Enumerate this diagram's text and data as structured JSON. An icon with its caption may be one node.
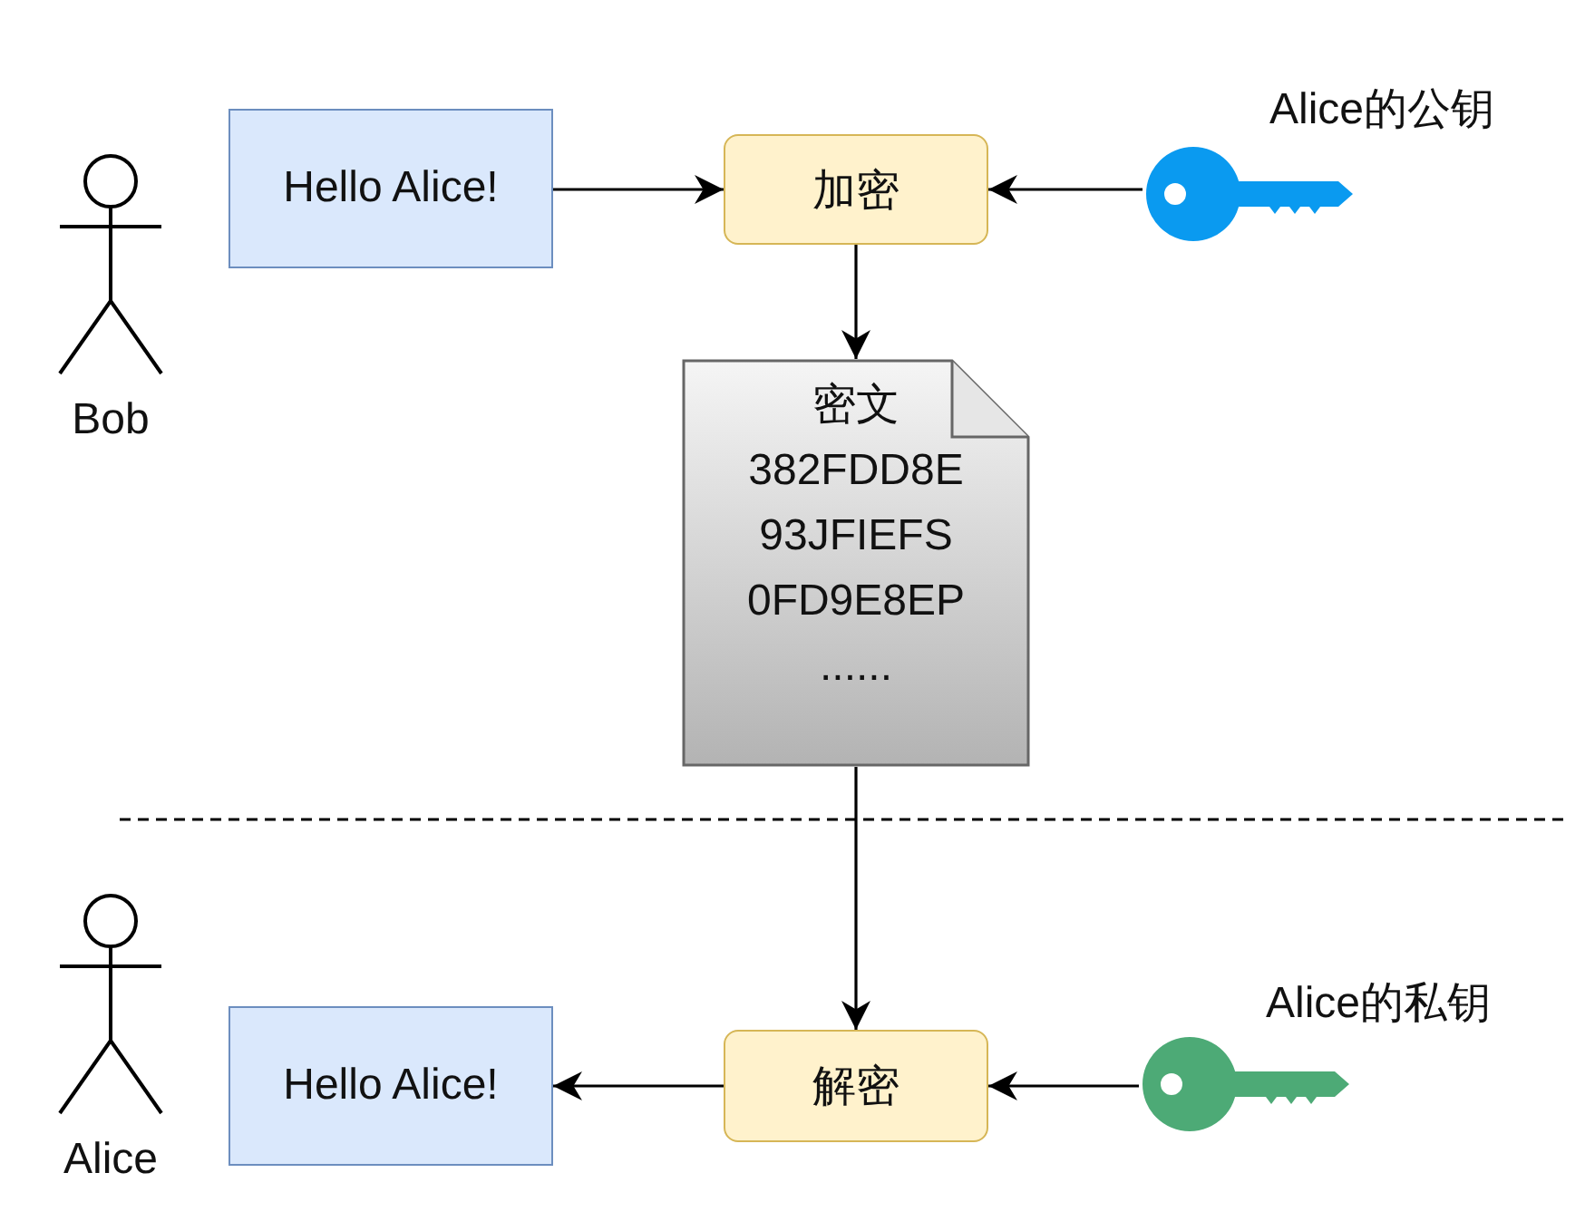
{
  "diagram": {
    "nodes": [
      {
        "text": [
          "Bob"
        ]
      },
      {
        "text": [
          "Hello Alice!"
        ]
      },
      {
        "text": [
          "加密"
        ]
      },
      {
        "text": [
          "Alice的公钥"
        ]
      },
      {
        "text": [
          "密文",
          "382FDD8E 93JFIEFS 0FD9E8EP ......"
        ]
      },
      {
        "text": [
          "Alice"
        ]
      },
      {
        "text": [
          "Hello Alice!"
        ]
      },
      {
        "text": [
          "解密"
        ]
      },
      {
        "text": [
          "Alice的私钥"
        ]
      }
    ],
    "edges": [
      {
        "from": 1,
        "to": 2,
        "arrow": "to"
      },
      {
        "from": 3,
        "to": 2,
        "arrow": "to"
      },
      {
        "from": 2,
        "to": 4,
        "arrow": "to"
      },
      {
        "from": 4,
        "to": 7,
        "arrow": "to"
      },
      {
        "from": 8,
        "to": 7,
        "arrow": "to"
      },
      {
        "from": 7,
        "to": 6,
        "arrow": "to"
      }
    ]
  }
}
